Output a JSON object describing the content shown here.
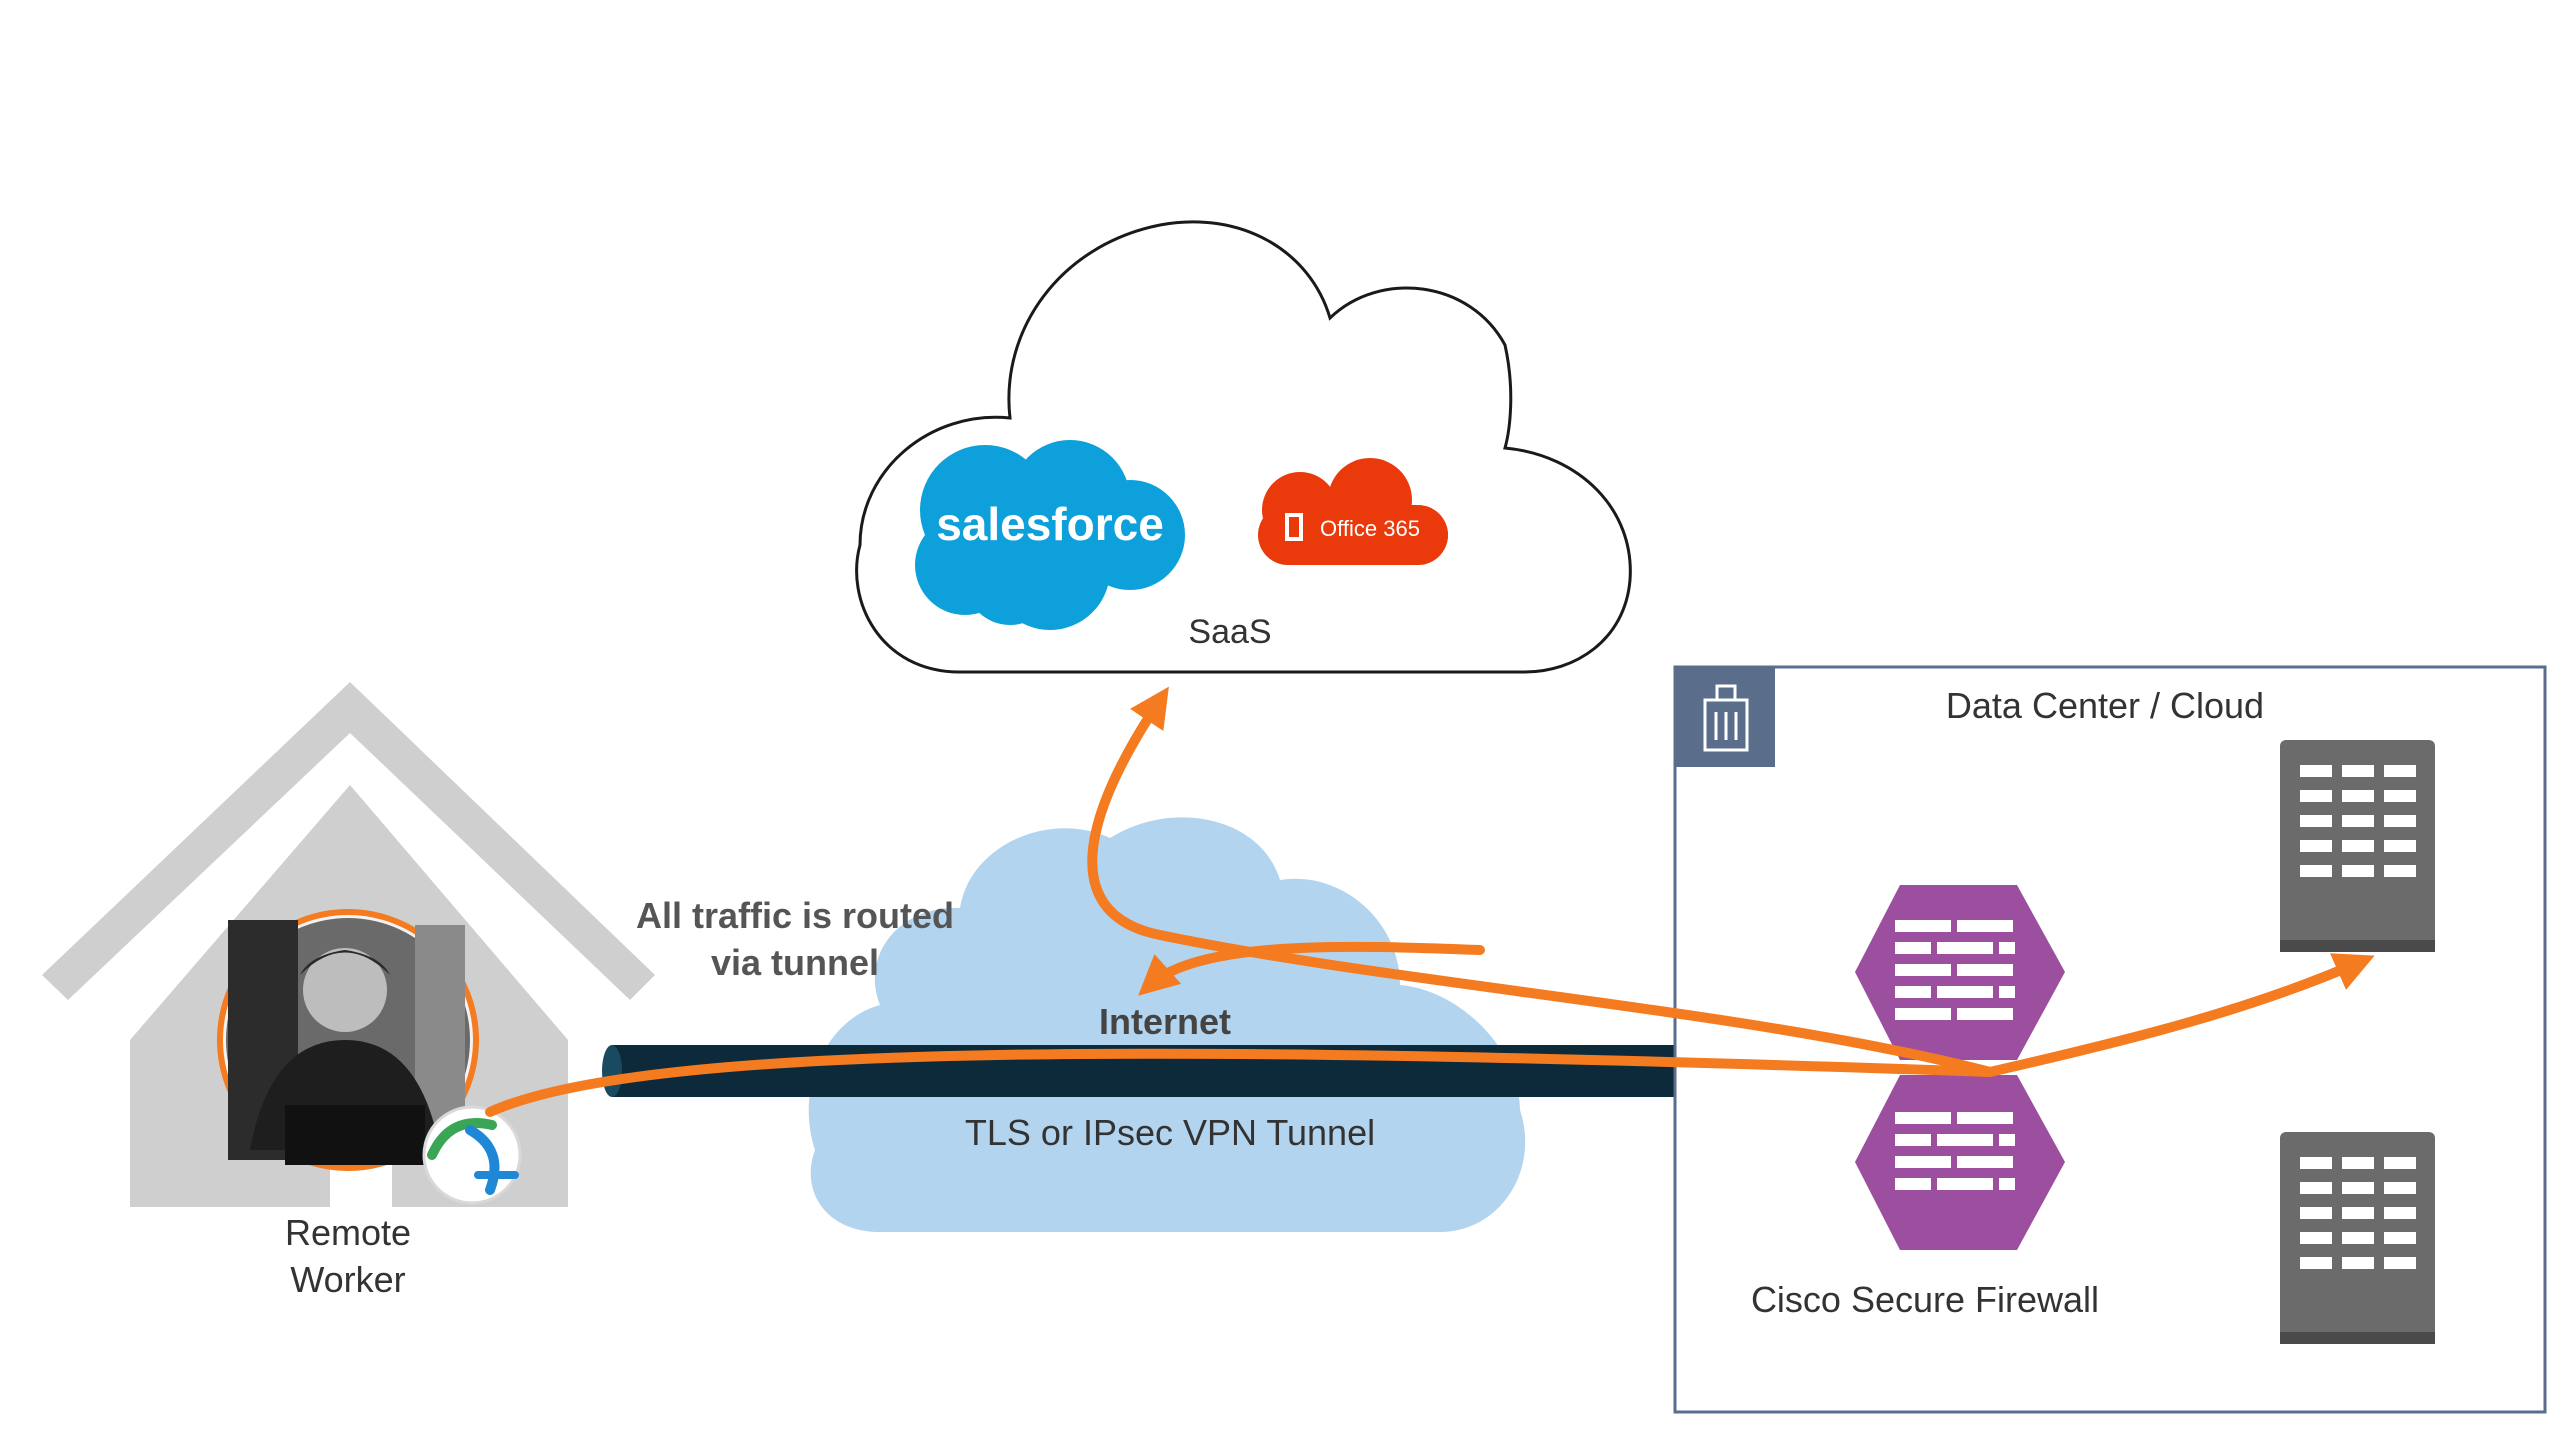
{
  "saas": {
    "label": "SaaS",
    "salesforce": "salesforce",
    "office365": "Office 365"
  },
  "internet": {
    "label": "Internet",
    "tunnel_label": "TLS or IPsec VPN Tunnel"
  },
  "routing_note": {
    "line1": "All traffic is routed",
    "line2": "via tunnel"
  },
  "remote_worker": {
    "line1": "Remote",
    "line2": "Worker"
  },
  "datacenter": {
    "label": "Data Center / Cloud",
    "firewall_label": "Cisco Secure Firewall"
  },
  "colors": {
    "traffic_arrow": "#f47b20",
    "tunnel": "#0d2a3a",
    "internet_cloud": "#b3d4ee",
    "firewall": "#9b4f9e",
    "server": "#6b6b6b",
    "house": "#cfcfcf",
    "salesforce": "#0ea0db",
    "office365": "#ea3a0c",
    "datacenter_badge": "#5a6e8c"
  }
}
